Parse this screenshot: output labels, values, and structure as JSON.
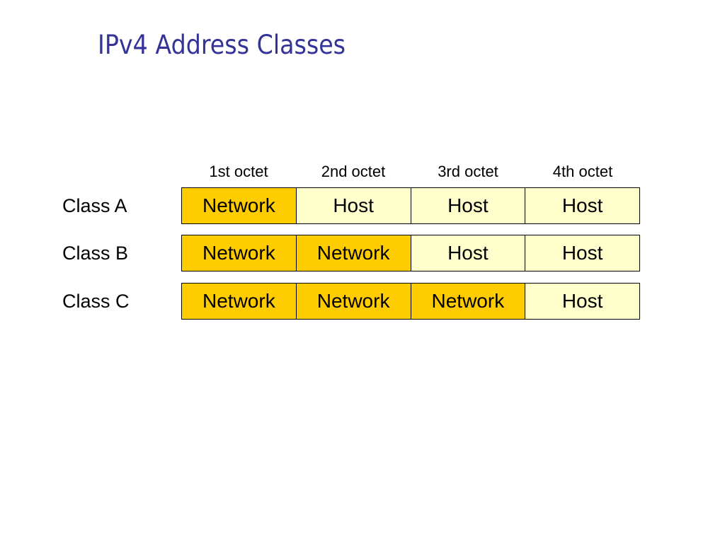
{
  "title": "IPv4 Address Classes",
  "octets": [
    "1st octet",
    "2nd octet",
    "3rd octet",
    "4th octet"
  ],
  "colors": {
    "title": "#333399",
    "network": "#ffcc00",
    "host": "#ffffcc",
    "border": "#000000"
  },
  "classes": [
    {
      "label": "Class A",
      "cells": [
        {
          "text": "Network",
          "kind": "network"
        },
        {
          "text": "Host",
          "kind": "host"
        },
        {
          "text": "Host",
          "kind": "host"
        },
        {
          "text": "Host",
          "kind": "host"
        }
      ]
    },
    {
      "label": "Class B",
      "cells": [
        {
          "text": "Network",
          "kind": "network"
        },
        {
          "text": "Network",
          "kind": "network"
        },
        {
          "text": "Host",
          "kind": "host"
        },
        {
          "text": "Host",
          "kind": "host"
        }
      ]
    },
    {
      "label": "Class C",
      "cells": [
        {
          "text": "Network",
          "kind": "network"
        },
        {
          "text": "Network",
          "kind": "network"
        },
        {
          "text": "Network",
          "kind": "network"
        },
        {
          "text": "Host",
          "kind": "host"
        }
      ]
    }
  ]
}
